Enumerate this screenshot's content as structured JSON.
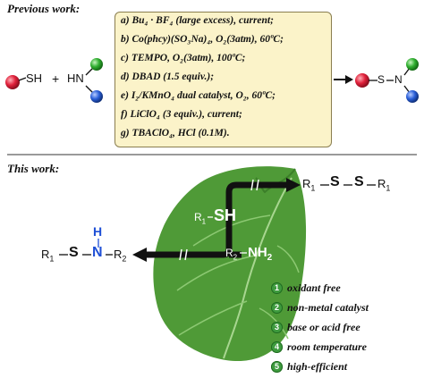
{
  "previous_work": {
    "heading": "Previous work:",
    "reactant_sh": "SH",
    "plus": "+",
    "reactant_hn": "HN",
    "conditions": [
      {
        "letter": "a)",
        "text": "Bu₄ · BF₄ (large excess), current;"
      },
      {
        "letter": "b)",
        "text": "Co(phcy)(SO₃Na)₄, O₂(3atm), 60ºC;"
      },
      {
        "letter": "c)",
        "text": "TEMPO, O₂(3atm), 100ºC;"
      },
      {
        "letter": "d)",
        "text": "DBAD (1.5 equiv.);"
      },
      {
        "letter": "e)",
        "text": "I₂/KMnO₄ dual catalyst, O₂, 60ºC;"
      },
      {
        "letter": "f)",
        "text": "LiClO₄ (3 equiv.), current;"
      },
      {
        "letter": "g)",
        "text": "TBAClO₄, HCl (0.1M)."
      }
    ],
    "product_s": "S",
    "product_n": "N"
  },
  "this_work": {
    "heading": "This work:",
    "disulfide": {
      "r1_left": "R",
      "sub_left": "1",
      "s1": "S",
      "s2": "S",
      "r1_right": "R",
      "sub_right": "1"
    },
    "thiol": {
      "r": "R",
      "sub": "1",
      "sh": "SH"
    },
    "amine": {
      "r": "R",
      "sub": "2",
      "nh": "NH",
      "sub_nh": "2"
    },
    "sulfenamide": {
      "r1": "R",
      "sub1": "1",
      "s": "S",
      "h": "H",
      "n": "N",
      "r2": "R",
      "sub2": "2"
    }
  },
  "features": [
    {
      "num": "1",
      "text": "oxidant free"
    },
    {
      "num": "2",
      "text": "non-metal catalyst"
    },
    {
      "num": "3",
      "text": "base or acid free"
    },
    {
      "num": "4",
      "text": "room temperature"
    },
    {
      "num": "5",
      "text": "high-efficient"
    }
  ],
  "colors": {
    "red_ball": "#e0203a",
    "green_ball": "#2fae2f",
    "blue_ball": "#2a5fd8",
    "box_fill": "#fbf3c9",
    "leaf_green": "#4f9a37",
    "nh_blue": "#1e4fd6",
    "badge_green": "#3e9b3e"
  }
}
